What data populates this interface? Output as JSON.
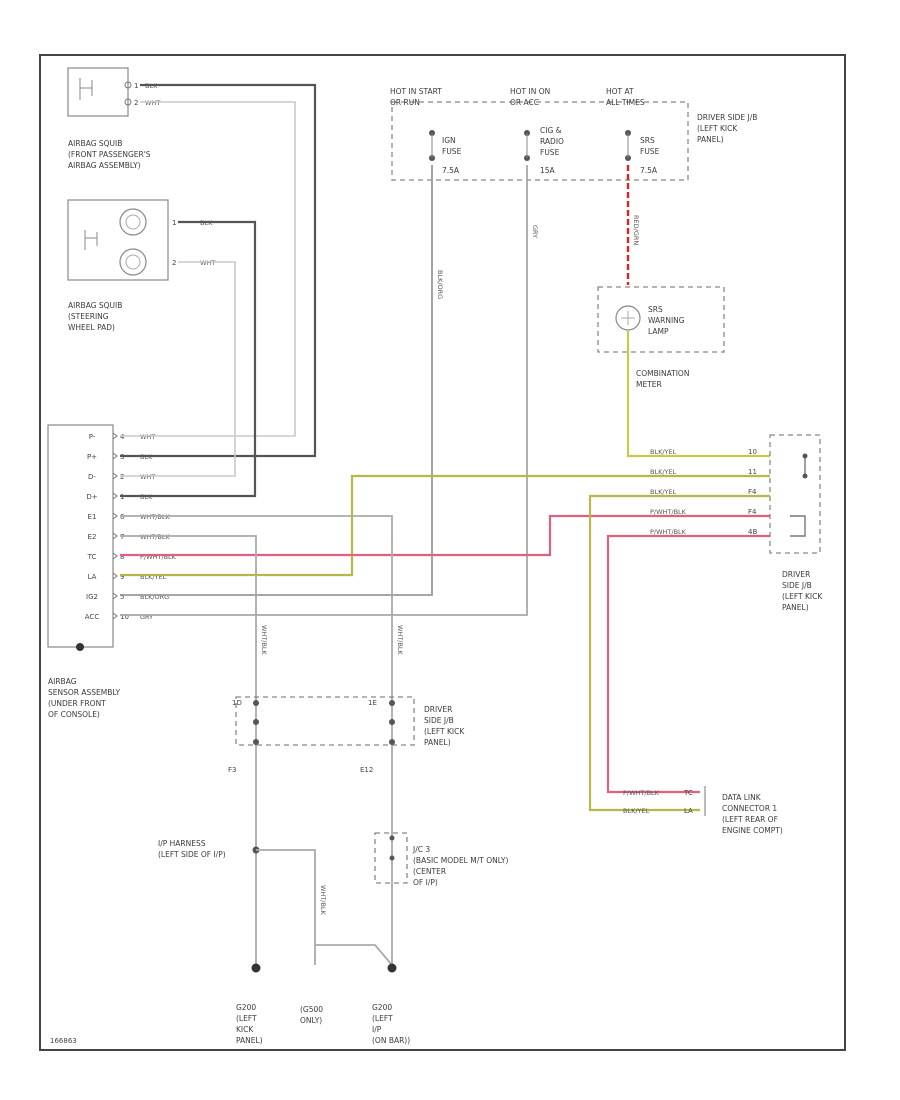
{
  "components": {
    "airbag_front_passenger": "AIRBAG SQUIB\n(FRONT PASSENGER'S\nAIRBAG ASSEMBLY)",
    "airbag_steering": "AIRBAG SQUIB\n(STEERING\nWHEEL PAD)",
    "sensor_assembly": "AIRBAG\nSENSOR ASSEMBLY\n(UNDER FRONT\nOF CONSOLE)",
    "driver_jb_top": "DRIVER SIDE J/B\n(LEFT KICK\nPANEL)",
    "driver_jb_right": "DRIVER\nSIDE J/B\n(LEFT KICK\nPANEL)",
    "driver_jb_mid": "DRIVER\nSIDE J/B\n(LEFT KICK\nPANEL)",
    "combination_meter": "COMBINATION\nMETER",
    "srs_lamp": "SRS\nWARNING\nLAMP",
    "data_link": "DATA LINK\nCONNECTOR 1\n(LEFT REAR OF\nENGINE COMPT)",
    "ip_harness": "I/P HARNESS\n(LEFT SIDE OF I/P)",
    "jc_3": "J/C 3\n(BASIC MODEL M/T ONLY)\n(CENTER\nOF I/P)",
    "g200_left_kick": "G200\n(LEFT\nKICK\nPANEL)",
    "g500_only": "(G500\nONLY)",
    "g200_left_ip": "G200\n(LEFT\nI/P\n(ON BAR))"
  },
  "power": {
    "hot_st_start": "HOT IN START\nOR RUN",
    "hot_acc_run": "HOT IN ON\nOR ACC",
    "hot_at_all": "HOT AT\nALL TIMES"
  },
  "fuses": [
    {
      "name": "IGN\nFUSE",
      "amps": "7.5A"
    },
    {
      "name": "CIG &\nRADIO\nFUSE",
      "amps": "15A"
    },
    {
      "name": "SRS\nFUSE",
      "amps": "7.5A"
    }
  ],
  "sensor_pins": [
    "P-",
    "P+",
    "D-",
    "D+",
    "E1",
    "E2",
    "TC",
    "LA",
    "IG2",
    "ACC"
  ],
  "sensor_pin_nums": [
    "4",
    "3",
    "2",
    "1",
    "6",
    "7",
    "8",
    "9",
    "5",
    "10"
  ],
  "sensor_wires": [
    "WHT",
    "BLK",
    "WHT",
    "BLK",
    "WHT/BLK",
    "WHT/BLK",
    "P/WHT/BLK",
    "BLK/YEL",
    "BLK/ORG",
    "GRY"
  ],
  "squib_pins": [
    "1",
    "2"
  ],
  "squib_wires": [
    "BLK",
    "WHT"
  ],
  "vertical_wires": {
    "ign": "BLK/ORG",
    "cig": "GRY",
    "srs": "RED/GRN",
    "ground1": "WHT/BLK",
    "ground2": "WHT/BLK",
    "g500": "WHT/BLK"
  },
  "jb_right_pins": [
    "10",
    "11",
    "F4",
    "F4",
    "4B"
  ],
  "jb_right_wires": [
    "BLK/YEL",
    "BLK/YEL",
    "BLK/YEL",
    "P/WHT/BLK",
    "P/WHT/BLK"
  ],
  "jb_mid_pins": [
    "1D",
    "1E"
  ],
  "conn_codes": [
    "F3",
    "E12"
  ],
  "dlc_wires": [
    "P/WHT/BLK",
    "BLK/YEL"
  ],
  "dlc_pins": [
    "TC",
    "LA"
  ],
  "diagram_id": "166863"
}
